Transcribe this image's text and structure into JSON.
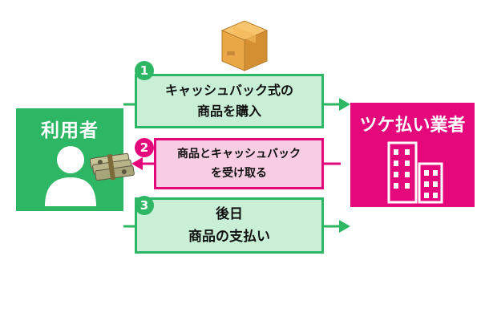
{
  "user": {
    "title": "利用者"
  },
  "vendor": {
    "title": "ツケ払い業者"
  },
  "steps": [
    {
      "number": "1",
      "line1": "キャッシュバック式の",
      "line2": "商品を購入"
    },
    {
      "number": "2",
      "line1": "商品とキャッシュバック",
      "line2": "を受け取る"
    },
    {
      "number": "3",
      "line1": "後日",
      "line2": "商品の支払い"
    }
  ],
  "colors": {
    "green": "#2db765",
    "pink": "#e4087c",
    "light_green": "#c9f0d6",
    "light_pink": "#f8cde4"
  }
}
